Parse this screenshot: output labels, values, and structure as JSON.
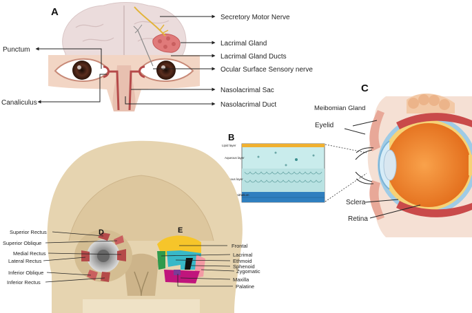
{
  "panels": {
    "a": "A",
    "b": "B",
    "c": "C",
    "d": "D",
    "e": "E"
  },
  "panel_a": {
    "labels_right": [
      "Secretory Motor Nerve",
      "Lacrimal Gland",
      "Lacrimal Gland Ducts",
      "Ocular Surface Sensory nerve",
      "Nasolacrimal Sac",
      "Nasolacrimal Duct"
    ],
    "labels_left": [
      "Punctum",
      "Canaliculus"
    ]
  },
  "panel_b": {
    "layers": [
      "Lipid layer",
      "Aqueous layer",
      "Mucous layer",
      "Corneal epithelium"
    ]
  },
  "panel_c": {
    "labels": [
      "Meibomian Gland",
      "Eyelid",
      "Sclera",
      "Retina"
    ]
  },
  "panel_d": {
    "muscles": [
      "Superior Rectus",
      "Superior Oblique",
      "Medial Rectus",
      "Lateral Rectus",
      "Inferior Oblique",
      "Inferior Rectus"
    ]
  },
  "panel_e": {
    "bones": [
      "Frontal",
      "Lacrimal",
      "Ethmoid",
      "Sphenoid",
      "Zygomatic",
      "Maxilla",
      "Palatine"
    ]
  },
  "colors": {
    "brain": "#ebdcdc",
    "skin": "#f2d5c4",
    "iris": "#5a2d1e",
    "gland": "#e07a7a",
    "nerve": "#e2b43a",
    "skull": "#e6d4b0",
    "tear_lipid": "#f0b030",
    "tear_aqueous": "#c9ecec",
    "epithelium": "#2f7fbf",
    "eyeball": "#f08a30",
    "frontal": "#f6c52a",
    "lacrimal_bone": "#2f9a4c",
    "ethmoid": "#38b8c8",
    "sphenoid": "#111111",
    "zygomatic": "#f39aa4",
    "maxilla": "#c0157c",
    "palatine": "#7b3c97"
  }
}
